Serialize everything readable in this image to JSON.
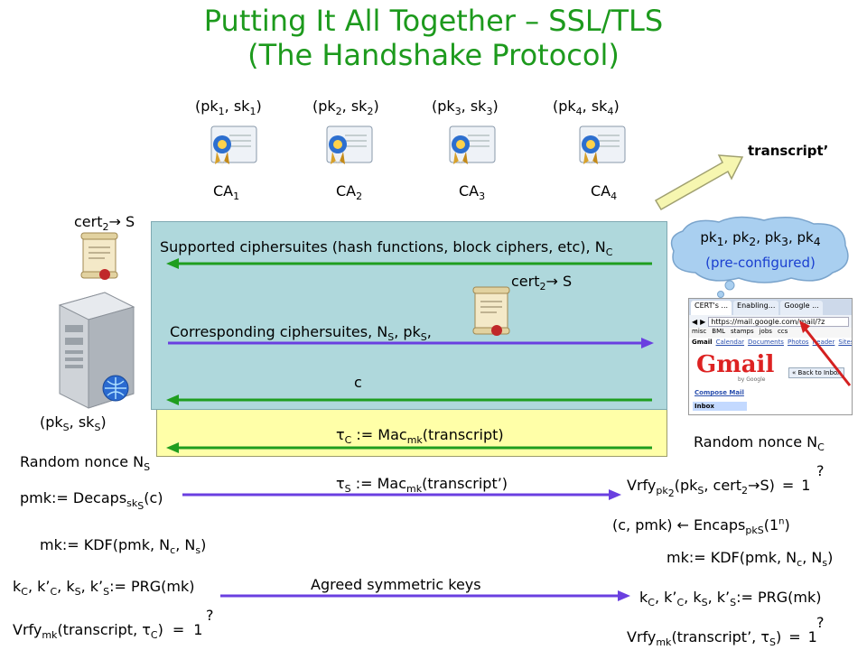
{
  "title": {
    "line1": "Putting It All Together – SSL/TLS",
    "line2": "(The Handshake Protocol)"
  },
  "cas": [
    {
      "keys_pre": "(pk",
      "idx": "1",
      "mid": ", sk",
      "idx2": "1",
      "post": ")",
      "name": "CA",
      "name_idx": "1"
    },
    {
      "keys_pre": "(pk",
      "idx": "2",
      "mid": ", sk",
      "idx2": "2",
      "post": ")",
      "name": "CA",
      "name_idx": "2"
    },
    {
      "keys_pre": "(pk",
      "idx": "3",
      "mid": ", sk",
      "idx2": "3",
      "post": ")",
      "name": "CA",
      "name_idx": "3"
    },
    {
      "keys_pre": "(pk",
      "idx": "4",
      "mid": ", sk",
      "idx2": "4",
      "post": ")",
      "name": "CA",
      "name_idx": "4"
    }
  ],
  "transcript_prime": "transcript’",
  "server": {
    "cert": {
      "pre": "cert",
      "sub": "2",
      "arrow": "→",
      "post": " S"
    },
    "keys": {
      "a": "(pk",
      "a_sub": "S",
      "b": ", sk",
      "b_sub": "S",
      "c": ")"
    },
    "nonce": {
      "text": "Random nonce N",
      "sub": "S"
    },
    "pmk": {
      "text": "pmk:= Decaps",
      "sub": "sk",
      "subsub": "S",
      "post": "(c)"
    },
    "mk": "mk:= KDF(pmk, N",
    "mk_full": {
      "a": "mk:= KDF(pmk, N",
      "s1": "c",
      "b": ", N",
      "s2": "s",
      "c": ")"
    },
    "keys_derive": "k",
    "vrfy": {
      "a": "Vrfy",
      "sub": "mk",
      "b": "(transcript, ",
      "tau": "τ",
      "tsub": "C",
      "c": ")",
      "q": "?",
      "eq": "=",
      "one": "1"
    }
  },
  "client": {
    "bubble_line1": {
      "a": "pk",
      "s1": "1",
      "b": ", pk",
      "s2": "2",
      "c": ", pk",
      "s3": "3",
      "d": ", pk",
      "s4": "4"
    },
    "bubble_line2": "(pre-configured)",
    "browser": {
      "tabs": [
        "CERT's ...",
        "Enabling...",
        "Google ..."
      ],
      "url": "https://mail.google.com/mail/?z",
      "bookmarks": [
        "misc",
        "BML",
        "stamps",
        "jobs",
        "ccs"
      ],
      "gmail_nav": [
        "Gmail",
        "Calendar",
        "Documents",
        "Photos",
        "Reader",
        "Sites"
      ],
      "logo": "Gmail",
      "by": "by Google",
      "compose": "Compose Mail",
      "back": "« Back to Inbox",
      "inbox": "Inbox"
    },
    "nonce": {
      "text": "Random nonce N",
      "sub": "C"
    },
    "vrfy_cert": {
      "a": "Vrfy",
      "sub": "pk",
      "subsub": "2",
      "b": "(pk",
      "bs": "S",
      "c": ", cert",
      "cs": "2",
      "arr": "→",
      "d": "S)",
      "q": "?",
      "eq": "=",
      "one": "1"
    },
    "encaps": {
      "a": "(c, pmk)  ",
      "arr": "←",
      "b": " Encaps",
      "sub": "pkS",
      "c": "(1",
      "sup": "n",
      "d": ")"
    },
    "mk_full": {
      "a": "mk:= KDF(pmk, N",
      "s1": "c",
      "b": ", N",
      "s2": "s",
      "c": ")"
    },
    "vrfy": {
      "a": "Vrfy",
      "sub": "mk",
      "b": "(transcript’, ",
      "tau": "τ",
      "tsub": "S",
      "c": ")",
      "q": "?",
      "eq": "=",
      "one": "1"
    }
  },
  "messages": {
    "m1": {
      "text": "Supported ciphersuites (hash functions, block ciphers, etc), N",
      "sub": "C"
    },
    "cert_label": {
      "pre": "cert",
      "sub": "2",
      "arrow": "→",
      "post": " S"
    },
    "m2": {
      "text": "Corresponding ciphersuites,  N",
      "s1": "S",
      "b": ", pk",
      "s2": "S",
      "c": ","
    },
    "m3": "c",
    "m4": {
      "tau": "τ",
      "tsub": "C",
      "text": " := Mac",
      "sub": "mk",
      "post": "(transcript)"
    },
    "m5": {
      "tau": "τ",
      "tsub": "S",
      "text": " := Mac",
      "sub": "mk",
      "post": "(transcript’)"
    },
    "m6": "Agreed symmetric keys"
  },
  "prg": {
    "k": "k",
    "C": "C",
    "k2": ", k’",
    "C2": "C",
    "k3": ", k",
    "S": "S",
    "k4": ", k’",
    "S2": "S",
    "post": ":= PRG(mk)"
  },
  "colors": {
    "title": "#1d9a1d",
    "arrow_green": "#1f9e1f",
    "arrow_purple": "#6a3fe0",
    "panel_blue": "#afd8dc",
    "panel_yellow": "#ffffa8",
    "bubble": "#a9cff0",
    "pre_configured": "#1a3fd0"
  }
}
